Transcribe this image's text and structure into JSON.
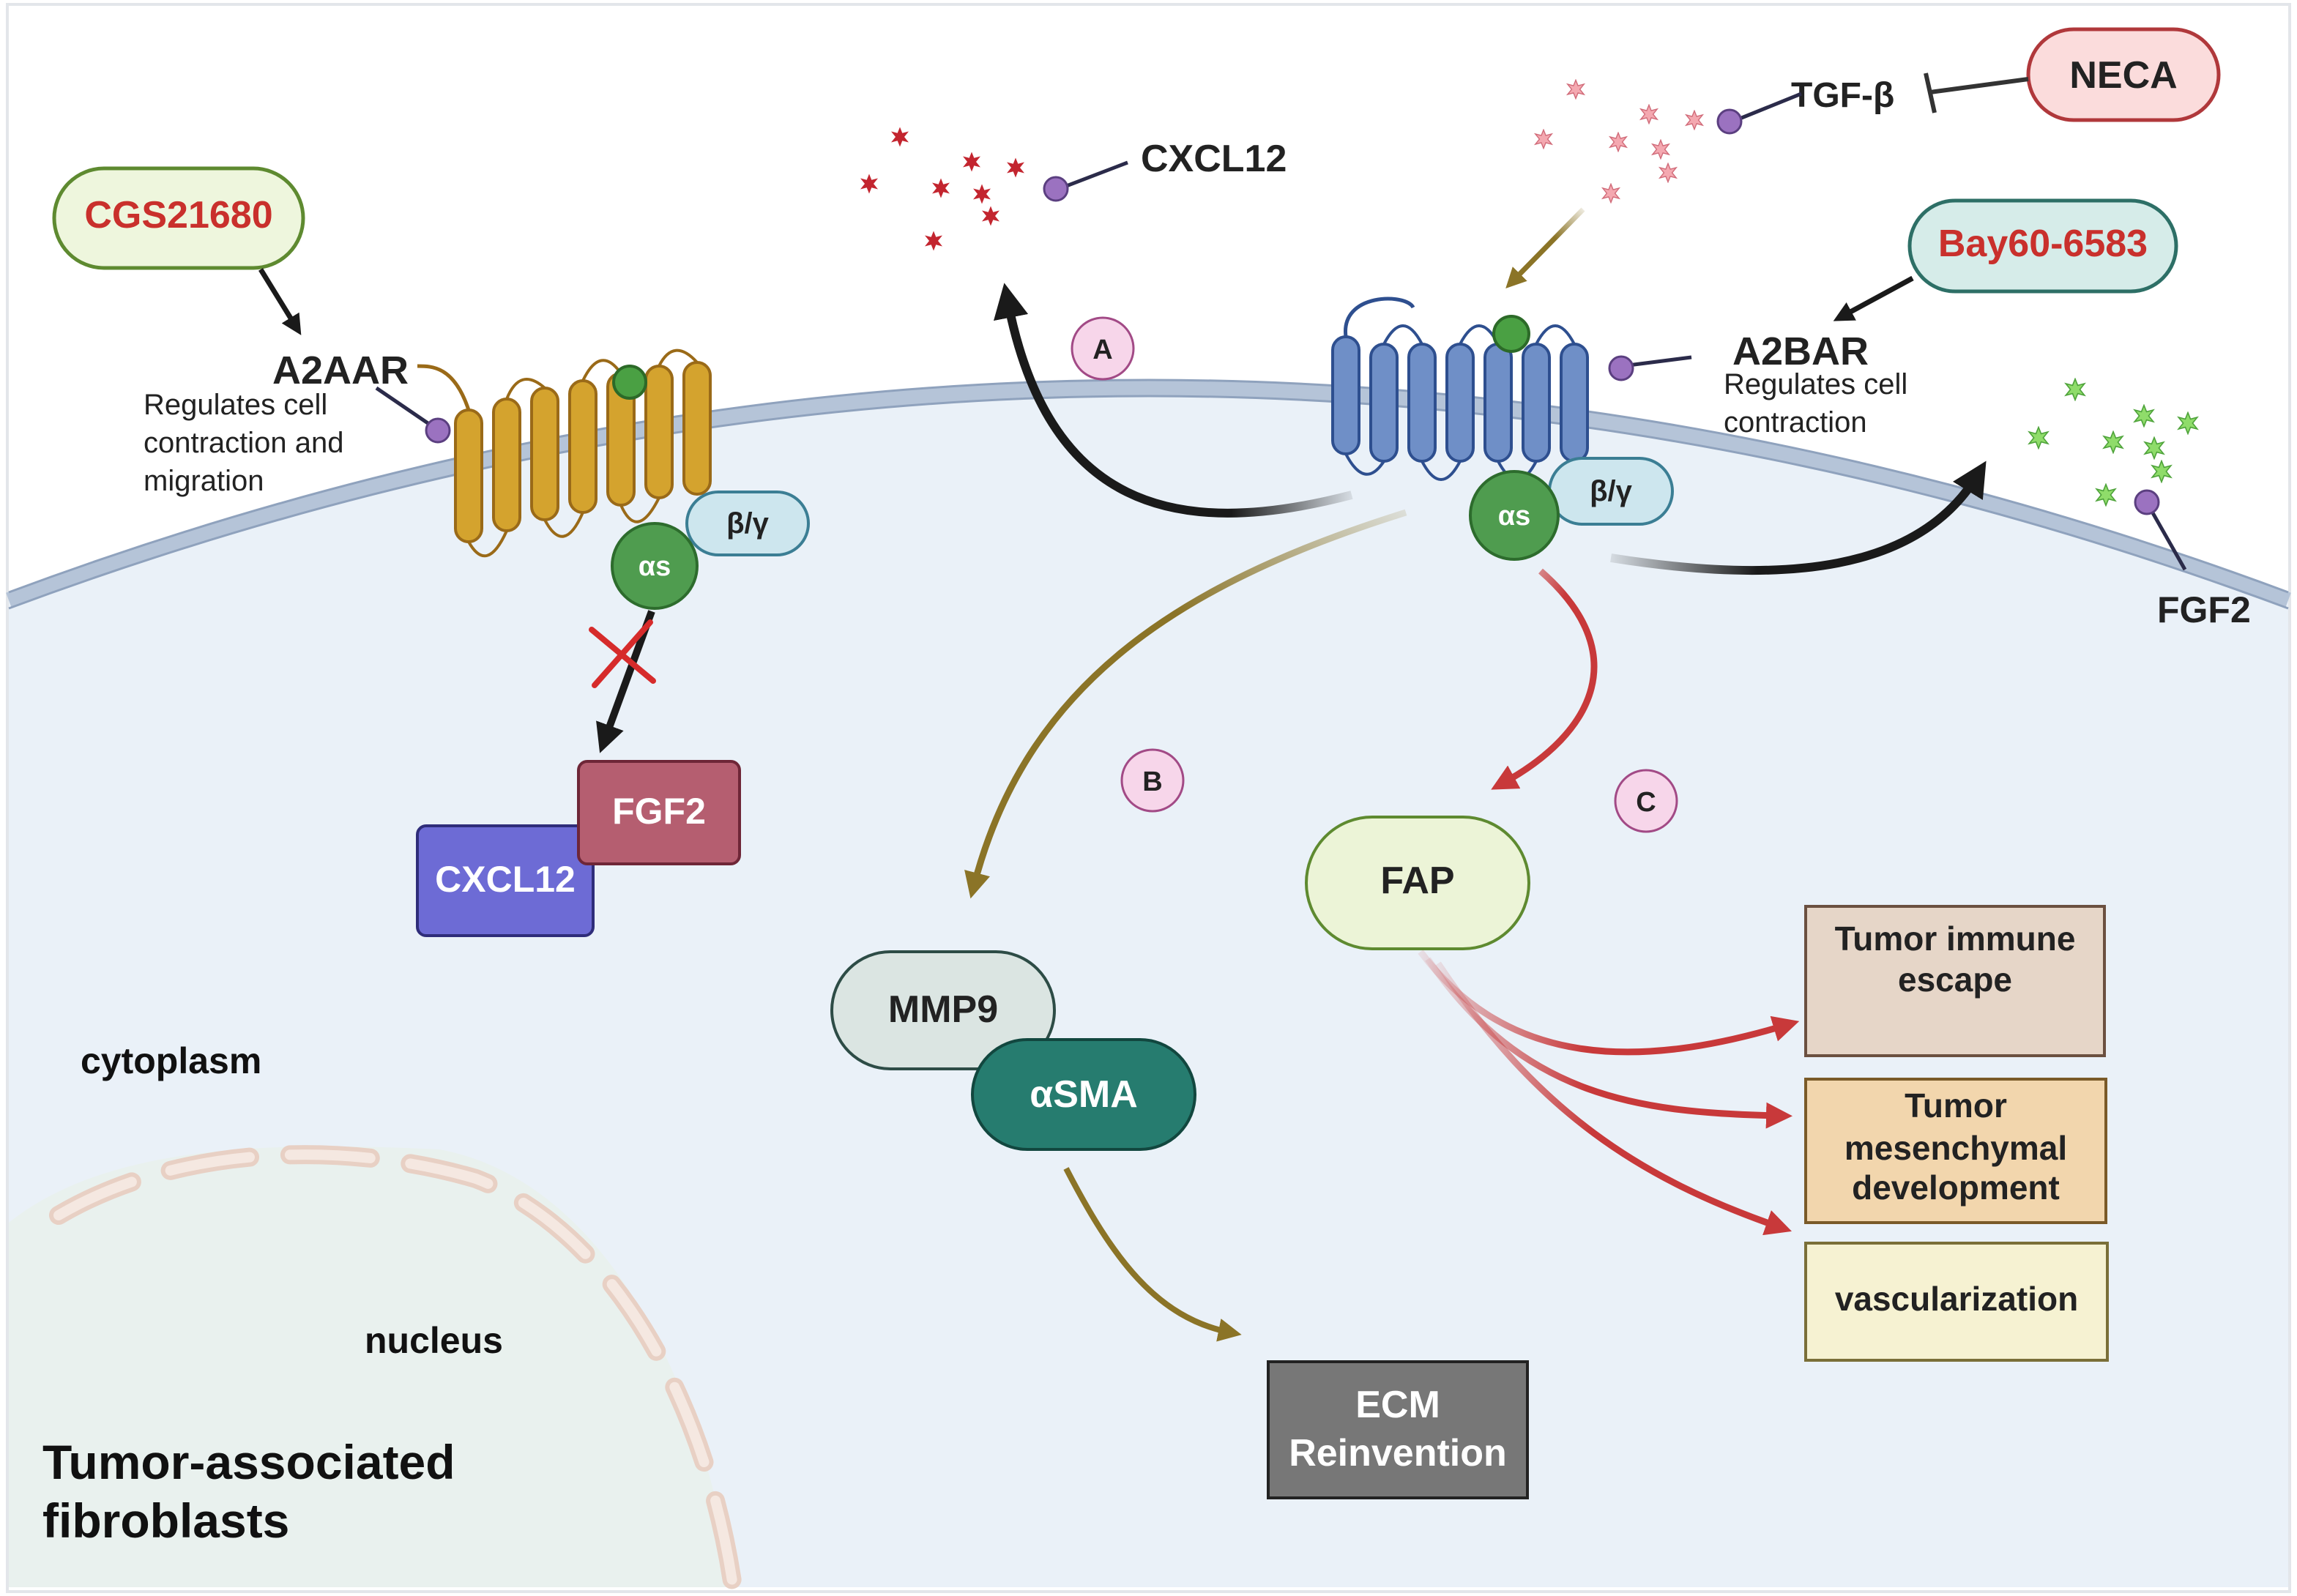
{
  "drugs": {
    "cgs": "CGS21680",
    "bay": "Bay60-6583",
    "neca": "NECA"
  },
  "receptors": {
    "a2aar": "A2AAR",
    "a2aar_note": [
      "Regulates cell",
      "contraction and",
      "migration"
    ],
    "a2bar": "A2BAR",
    "a2bar_note": [
      "Regulates cell",
      "contraction"
    ]
  },
  "g_protein": {
    "alpha": "αs",
    "beta_gamma": "β/γ"
  },
  "ligands": {
    "cxcl12": "CXCL12",
    "tgfb": "TGF-β",
    "fgf2": "FGF2"
  },
  "pathway_markers": [
    "A",
    "B",
    "C"
  ],
  "products_left": {
    "fgf2": "FGF2",
    "cxcl12": "CXCL12"
  },
  "products_mid": {
    "mmp9": "MMP9",
    "asma": "αSMA",
    "ecm": [
      "ECM",
      "Reinvention"
    ]
  },
  "fap": "FAP",
  "outcomes": [
    [
      "Tumor immune",
      "escape"
    ],
    [
      "Tumor",
      "mesenchymal",
      "development"
    ],
    [
      "vascularization"
    ]
  ],
  "compartments": {
    "cytoplasm": "cytoplasm",
    "nucleus": "nucleus",
    "cell_type": [
      "Tumor-associated",
      "fibroblasts"
    ]
  },
  "colors": {
    "cytoplasm": "#eaf1f8",
    "nucleus": "#e9f1ee",
    "membrane": "#b5c4d8",
    "a2aar": "#d4a32e",
    "a2bar": "#6f8fc7",
    "alpha_s": "#4f9c4f",
    "beta_gamma": "#cde6ee",
    "fgf2_box": "#b55e70",
    "cxcl12_box": "#6d6bd5",
    "mmp9": "#dbe5e2",
    "asma": "#267c6f",
    "ecm": "#777777",
    "fap": "#ecf4d7",
    "outcome_immune": "#e6d6c8",
    "outcome_mesenchymal": "#f2d6ad",
    "outcome_vascular": "#f6f2d2",
    "arrow_black": "#1a1a1a",
    "arrow_gold": "#8b7427",
    "arrow_red": "#c8393a",
    "drug_text": "#c9302c"
  }
}
